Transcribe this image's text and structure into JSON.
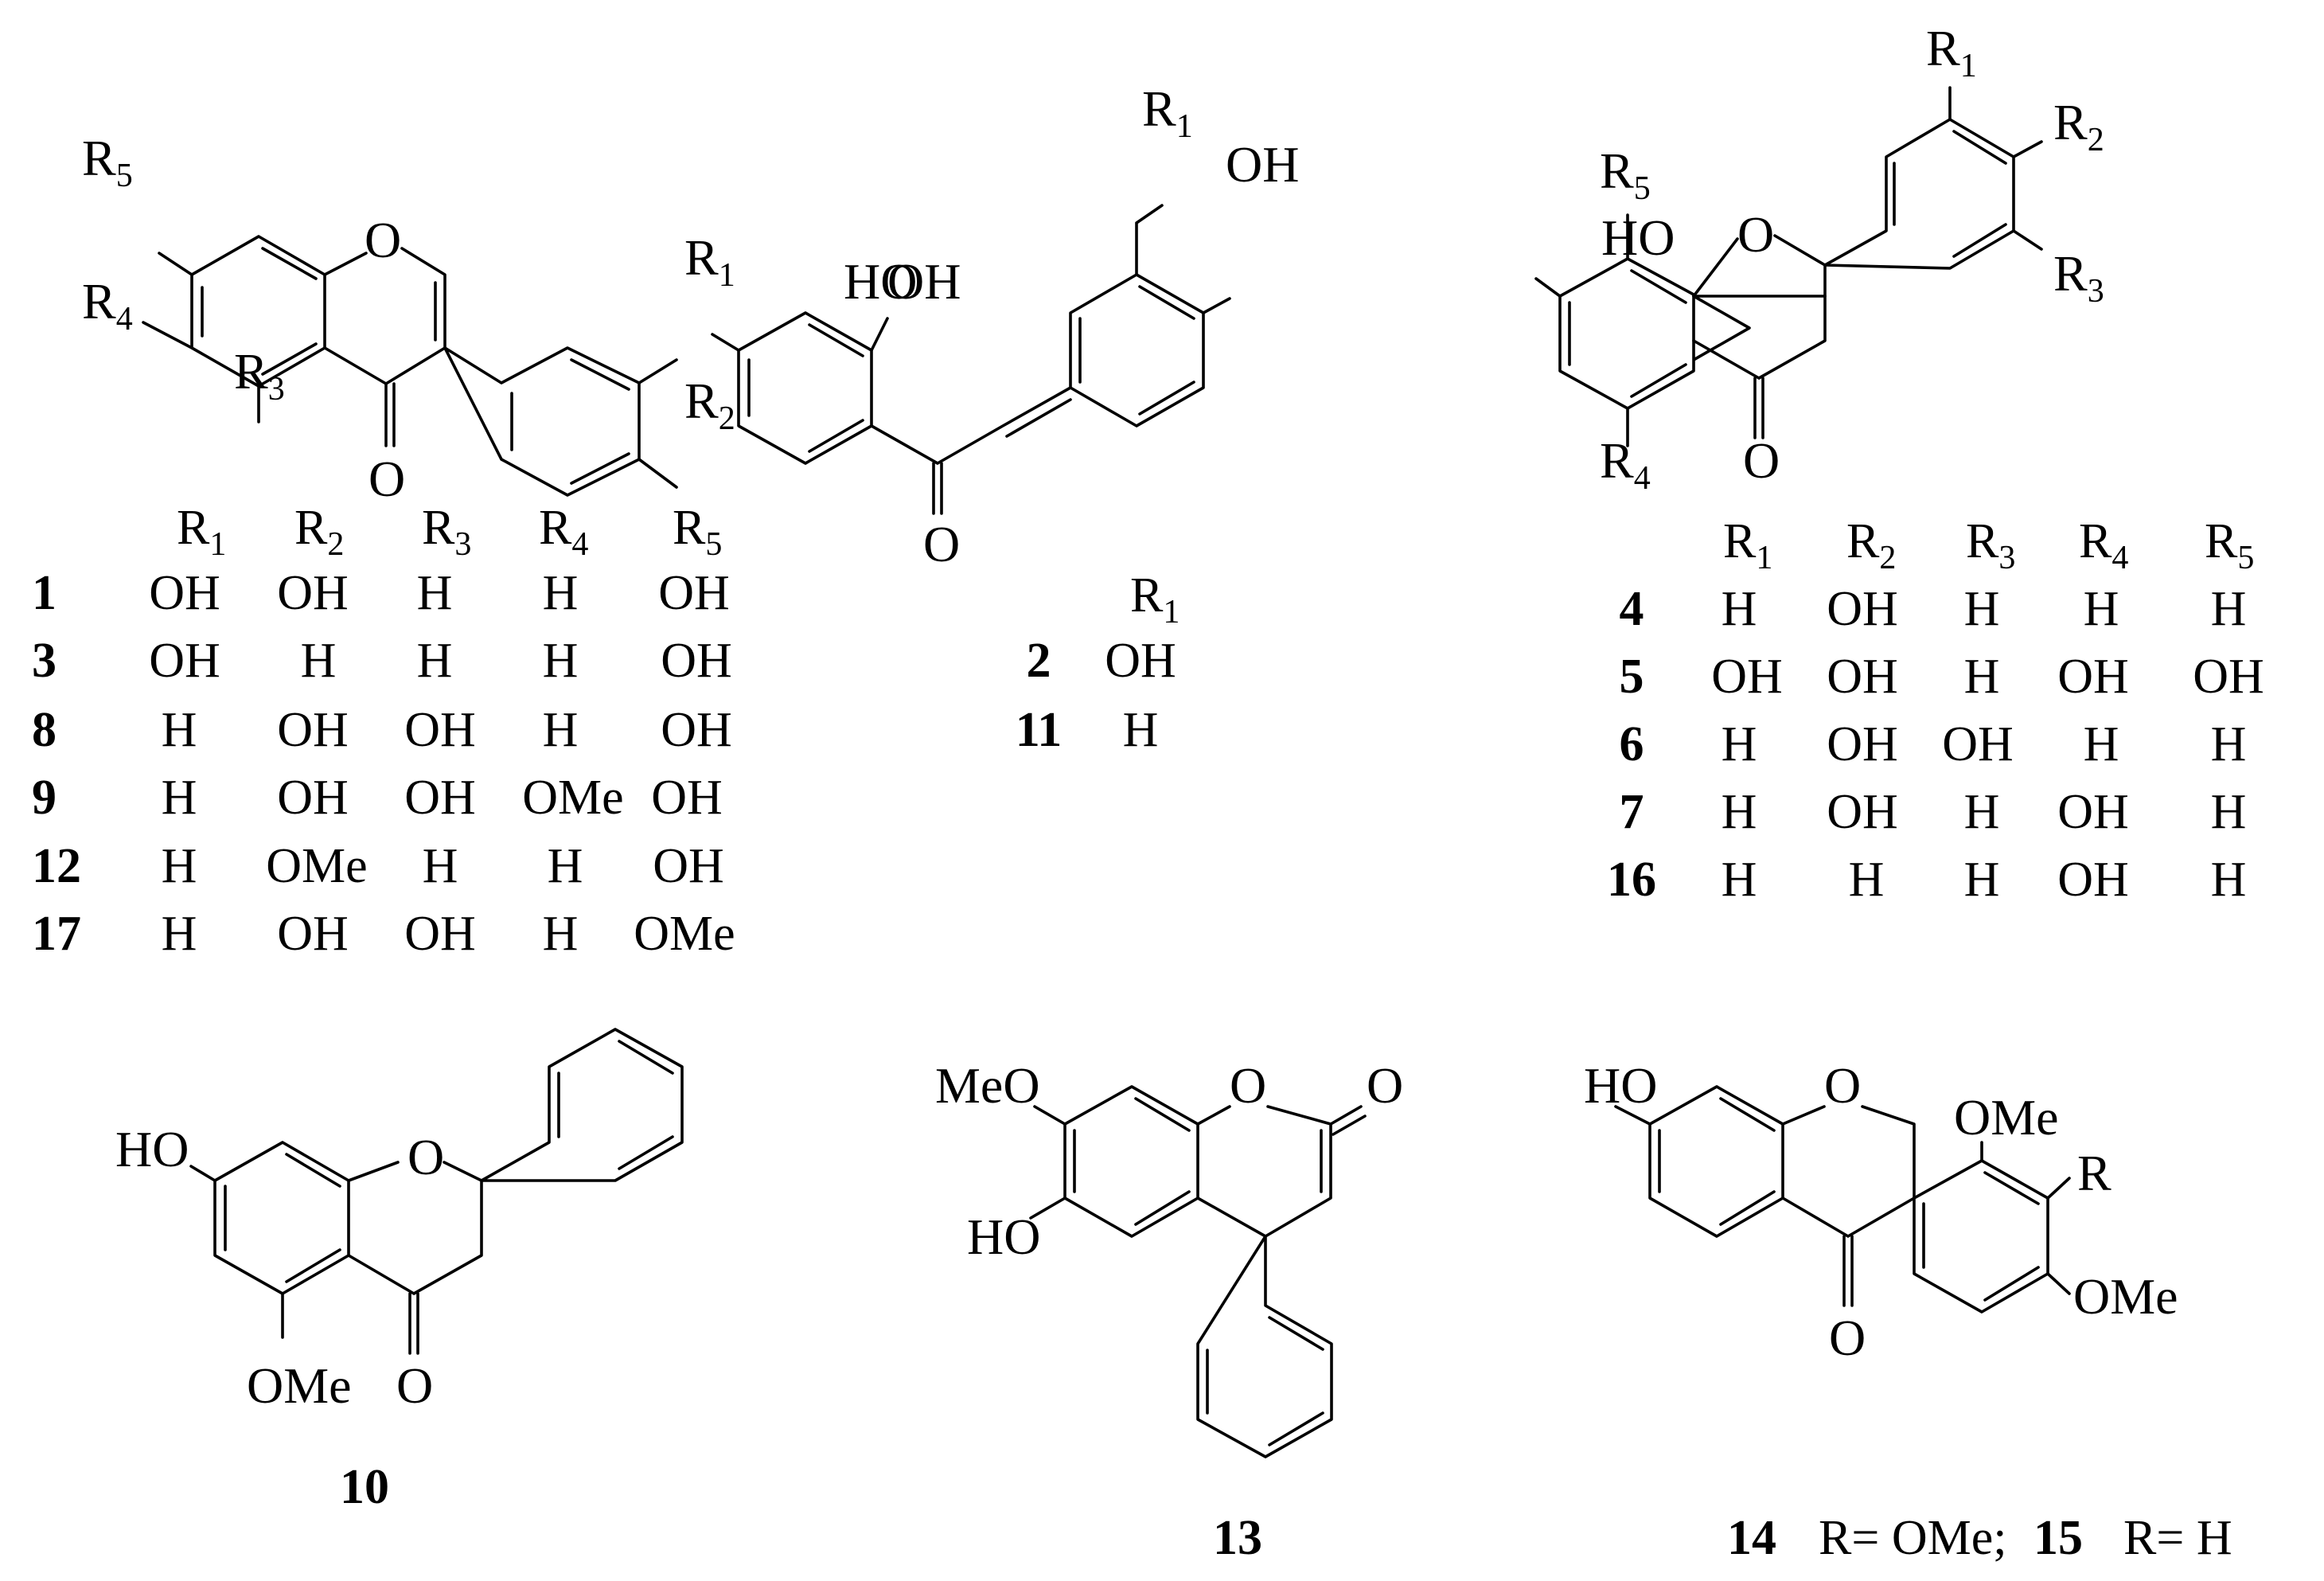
{
  "figure": {
    "struct1": {
      "atoms": {
        "O1": "O",
        "O2": "O",
        "R1": "R",
        "R2": "R",
        "R3": "R",
        "R4": "R",
        "R5": "R"
      },
      "header": [
        "R1",
        "R2",
        "R3",
        "R4",
        "R5"
      ],
      "rows": [
        {
          "id": "1",
          "cells": [
            "OH",
            "OH",
            "H",
            "H",
            "OH"
          ]
        },
        {
          "id": "3",
          "cells": [
            "OH",
            "H",
            "H",
            "H",
            "OH"
          ]
        },
        {
          "id": "8",
          "cells": [
            "H",
            "OH",
            "OH",
            "H",
            "OH"
          ]
        },
        {
          "id": "9",
          "cells": [
            "H",
            "OH",
            "OH",
            "OMe",
            "OH"
          ]
        },
        {
          "id": "12",
          "cells": [
            "H",
            "OMe",
            "H",
            "H",
            "OH"
          ]
        },
        {
          "id": "17",
          "cells": [
            "H",
            "OH",
            "OH",
            "H",
            "OMe"
          ]
        }
      ]
    },
    "struct2": {
      "atoms": {
        "HO": "HO",
        "OH_a": "OH",
        "OH_b": "OH",
        "O": "O",
        "R1": "R"
      },
      "header": [
        "R1"
      ],
      "rows": [
        {
          "id": "2",
          "cells": [
            "OH"
          ]
        },
        {
          "id": "11",
          "cells": [
            "H"
          ]
        }
      ]
    },
    "struct3": {
      "atoms": {
        "HO": "HO",
        "O1": "O",
        "O2": "O",
        "R1": "R",
        "R2": "R",
        "R3": "R",
        "R4": "R",
        "R5": "R"
      },
      "header": [
        "R1",
        "R2",
        "R3",
        "R4",
        "R5"
      ],
      "rows": [
        {
          "id": "4",
          "cells": [
            "H",
            "OH",
            "H",
            "H",
            "H"
          ]
        },
        {
          "id": "5",
          "cells": [
            "OH",
            "OH",
            "H",
            "OH",
            "OH"
          ]
        },
        {
          "id": "6",
          "cells": [
            "H",
            "OH",
            "OH",
            "H",
            "H"
          ]
        },
        {
          "id": "7",
          "cells": [
            "H",
            "OH",
            "H",
            "OH",
            "H"
          ]
        },
        {
          "id": "16",
          "cells": [
            "H",
            "H",
            "H",
            "OH",
            "H"
          ]
        }
      ]
    },
    "struct10": {
      "atoms": {
        "HO": "HO",
        "O1": "O",
        "O2": "O",
        "OMe": "OMe"
      },
      "label": "10"
    },
    "struct13": {
      "atoms": {
        "MeO": "MeO",
        "HO": "HO",
        "O1": "O",
        "O2": "O"
      },
      "label": "13"
    },
    "struct14": {
      "atoms": {
        "HO": "HO",
        "O1": "O",
        "O2": "O",
        "OMe_a": "OMe",
        "OMe_b": "OMe",
        "R": "R"
      },
      "label_a": "14",
      "text_a": "R= OMe;",
      "label_b": "15",
      "text_b": "R= H"
    },
    "subscripts": [
      "1",
      "2",
      "3",
      "4",
      "5"
    ]
  }
}
